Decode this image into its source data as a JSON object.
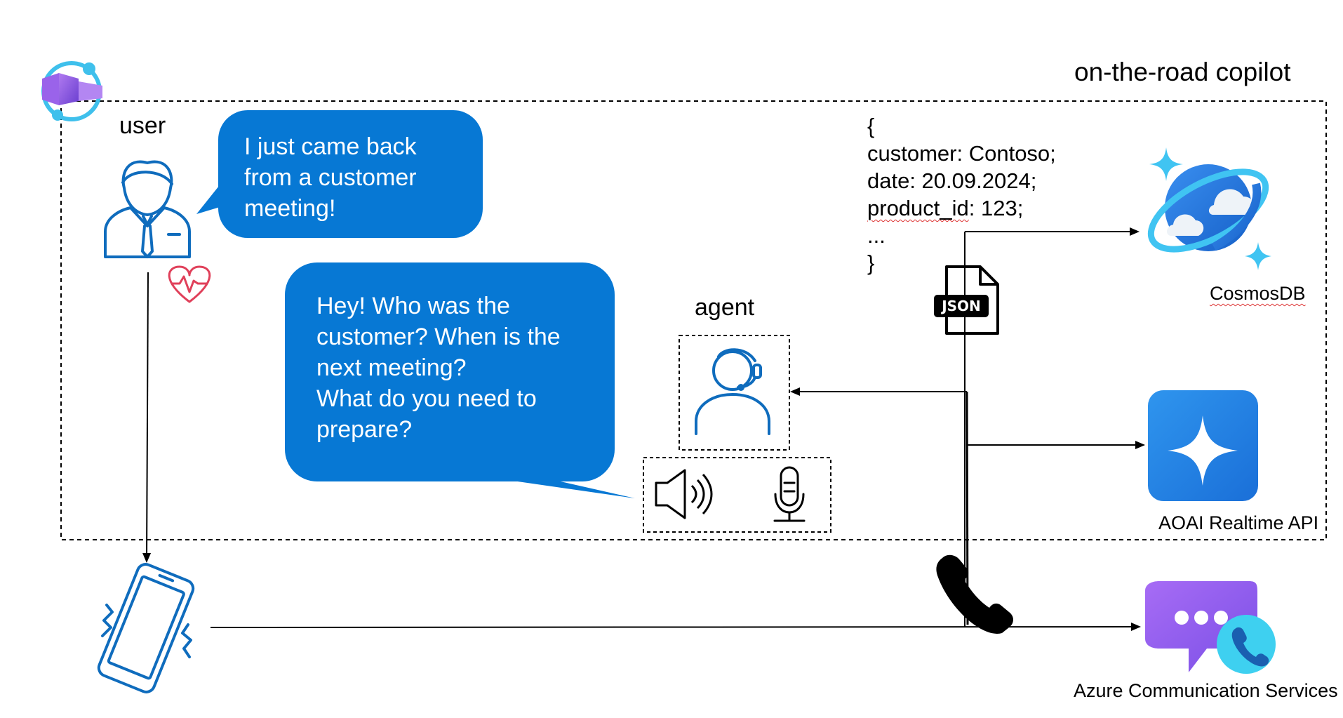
{
  "title": "on-the-road copilot",
  "user": {
    "label": "user"
  },
  "agent": {
    "label": "agent"
  },
  "user_bubble": {
    "lines": [
      "I just came back",
      "from a customer",
      "meeting!"
    ]
  },
  "agent_bubble": {
    "lines": [
      "Hey! Who was the",
      "customer? When is the",
      "next meeting?",
      "What do you need to",
      "prepare?"
    ]
  },
  "json_snippet": {
    "open": "{",
    "customer": "customer: Contoso;",
    "date": "date: 20.09.2024;",
    "product_key": "product_id",
    "product_value": ": 123;",
    "ellipsis": "...",
    "close": "}"
  },
  "json_file_icon": {
    "label": "JSON"
  },
  "services": {
    "cosmos": "CosmosDB",
    "aoai": "AOAI Realtime API",
    "acs": "Azure Communication Services"
  },
  "colors": {
    "bubble": "#0778d4",
    "icon_blue": "#0f6cbd",
    "heart": "#e0405a",
    "cosmos_blue": "#2f7be0",
    "cosmos_ring": "#40c4f2",
    "aoai_blue": "#1e7fe0",
    "acs_purple": "#8a5cf0",
    "acs_cyan": "#3ed0f0"
  }
}
